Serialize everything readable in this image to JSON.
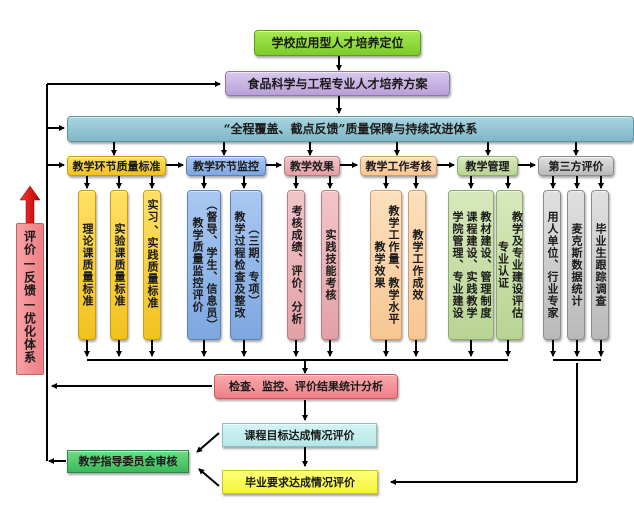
{
  "title": "学校应用型人才培养定位",
  "plan": "食品科学与工程专业人才培养方案",
  "system": "“全程覆盖、截点反馈”质量保障与持续改进体系",
  "feedback_label": "评价—反馈—优化体系",
  "categories": [
    {
      "label": "教学环节质量标准",
      "items": [
        "理论课质量标准",
        "实验课质量标准",
        "实习、实践质量标准"
      ]
    },
    {
      "label": "教学环节监控",
      "items": [
        "教学质量监控评价（督导、学生、信息员）",
        "教学过程检查及整改（三期、专项）"
      ]
    },
    {
      "label": "教学效果",
      "items": [
        "考核成绩、评价、分析",
        "实践技能考核"
      ]
    },
    {
      "label": "教学工作考核",
      "items": [
        "教学工作量、教学水平 教学效果",
        "教学工作成效"
      ]
    },
    {
      "label": "教学管理",
      "items": [
        "教材建设、管理制度 课程建设、实践教学 学院管理、专业建设",
        "教学及专业建设评估 专业认证"
      ]
    },
    {
      "label": "第三方评价",
      "items": [
        "用人单位、行业专家",
        "麦克斯数据统计",
        "毕业生跟踪调查"
      ]
    }
  ],
  "columns": {
    "c0": [
      "理论课质量标准"
    ],
    "c1": [
      "实验课质量标准"
    ],
    "c2": [
      "实习",
      "、实践质量标准"
    ],
    "c3": [
      "教学质量监控评价",
      "（督导、学生、信息员）"
    ],
    "c4": [
      "教学过程检查及整改",
      "（三期、专项）"
    ],
    "c5": [
      "考核成绩、评价、分析"
    ],
    "c6": [
      "实践技能考核"
    ],
    "c7": [
      "教学工作量、教学水平",
      "教学效果"
    ],
    "c8": [
      "教学工作成效"
    ],
    "c9": [
      "学院管理、专业建设",
      "课程建设、实践教学",
      "教材建设、管理制度"
    ],
    "c10": [
      "专业认证",
      "教学及专业建设评估"
    ],
    "c11": [
      "用人单位、行业专家"
    ],
    "c12": [
      "麦克斯数据统计"
    ],
    "c13": [
      "毕业生跟踪调查"
    ]
  },
  "analysis": "检查、监控、评价结果统计分析",
  "course_eval": "课程目标达成情况评价",
  "grad_eval": "毕业要求达成情况评价",
  "committee": "教学指导委员会审核"
}
